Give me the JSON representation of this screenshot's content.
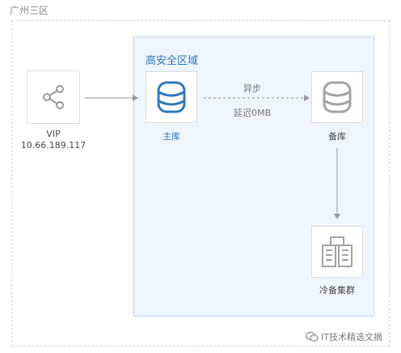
{
  "region": {
    "label": "广州三区"
  },
  "zone": {
    "title": "高安全区域"
  },
  "vip": {
    "label": "VIP",
    "address": "10.66.189.117"
  },
  "primary": {
    "label": "主库"
  },
  "replication": {
    "mode": "异步",
    "delay": "延迟0MB"
  },
  "standby": {
    "label": "备库"
  },
  "cold_cluster": {
    "label": "冷备集群"
  },
  "watermark": {
    "text": "IT技术精选文摘"
  },
  "colors": {
    "accent": "#2e78bf",
    "zone_fill": "#eef5fc",
    "zone_border": "#bcd8f1",
    "gray": "#a3a3a3"
  },
  "icons": {
    "vip": "share-icon",
    "primary": "database-icon",
    "standby": "database-icon",
    "cold_cluster": "building-icon",
    "watermark": "wechat-icon"
  }
}
